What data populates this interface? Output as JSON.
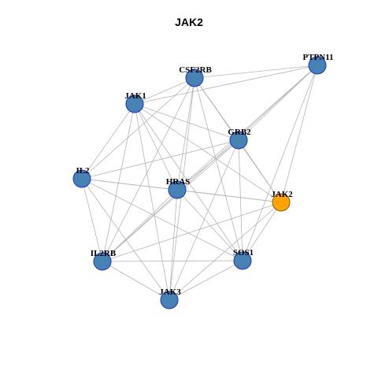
{
  "title": "JAK2",
  "colors": {
    "edge": "#b5b5b5",
    "node_fill": "#4682b4",
    "node_stroke": "#1f2fbf",
    "highlight_fill": "#ffa500",
    "highlight_stroke": "#8a5a00"
  },
  "nodes": [
    {
      "id": "PTPN11",
      "label": "PTPN11",
      "highlight": false
    },
    {
      "id": "CSF2RB",
      "label": "CSF2RB",
      "highlight": false
    },
    {
      "id": "JAK1",
      "label": "JAK1",
      "highlight": false
    },
    {
      "id": "GRB2",
      "label": "GRB2",
      "highlight": false
    },
    {
      "id": "IL2",
      "label": "IL2",
      "highlight": false
    },
    {
      "id": "HRAS",
      "label": "HRAS",
      "highlight": false
    },
    {
      "id": "JAK2",
      "label": "JAK2",
      "highlight": true
    },
    {
      "id": "IL2RB",
      "label": "IL2RB",
      "highlight": false
    },
    {
      "id": "SOS1",
      "label": "SOS1",
      "highlight": false
    },
    {
      "id": "JAK3",
      "label": "JAK3",
      "highlight": false
    }
  ],
  "edges": [
    [
      "PTPN11",
      "CSF2RB"
    ],
    [
      "PTPN11",
      "JAK1"
    ],
    [
      "PTPN11",
      "GRB2"
    ],
    [
      "PTPN11",
      "HRAS"
    ],
    [
      "PTPN11",
      "JAK2"
    ],
    [
      "PTPN11",
      "SOS1"
    ],
    [
      "PTPN11",
      "IL2RB"
    ],
    [
      "CSF2RB",
      "JAK1"
    ],
    [
      "CSF2RB",
      "GRB2"
    ],
    [
      "CSF2RB",
      "IL2"
    ],
    [
      "CSF2RB",
      "HRAS"
    ],
    [
      "CSF2RB",
      "JAK2"
    ],
    [
      "CSF2RB",
      "SOS1"
    ],
    [
      "CSF2RB",
      "JAK3"
    ],
    [
      "CSF2RB",
      "IL2RB"
    ],
    [
      "JAK1",
      "GRB2"
    ],
    [
      "JAK1",
      "IL2"
    ],
    [
      "JAK1",
      "HRAS"
    ],
    [
      "JAK1",
      "IL2RB"
    ],
    [
      "JAK1",
      "JAK3"
    ],
    [
      "JAK1",
      "SOS1"
    ],
    [
      "JAK1",
      "JAK2"
    ],
    [
      "GRB2",
      "IL2"
    ],
    [
      "GRB2",
      "HRAS"
    ],
    [
      "GRB2",
      "JAK2"
    ],
    [
      "GRB2",
      "IL2RB"
    ],
    [
      "GRB2",
      "SOS1"
    ],
    [
      "GRB2",
      "JAK3"
    ],
    [
      "IL2",
      "HRAS"
    ],
    [
      "IL2",
      "JAK2"
    ],
    [
      "IL2",
      "IL2RB"
    ],
    [
      "IL2",
      "JAK3"
    ],
    [
      "IL2",
      "SOS1"
    ],
    [
      "HRAS",
      "JAK2"
    ],
    [
      "HRAS",
      "IL2RB"
    ],
    [
      "HRAS",
      "SOS1"
    ],
    [
      "HRAS",
      "JAK3"
    ],
    [
      "JAK2",
      "SOS1"
    ],
    [
      "JAK2",
      "IL2RB"
    ],
    [
      "JAK2",
      "JAK3"
    ],
    [
      "IL2RB",
      "SOS1"
    ],
    [
      "IL2RB",
      "JAK3"
    ],
    [
      "SOS1",
      "JAK3"
    ]
  ]
}
